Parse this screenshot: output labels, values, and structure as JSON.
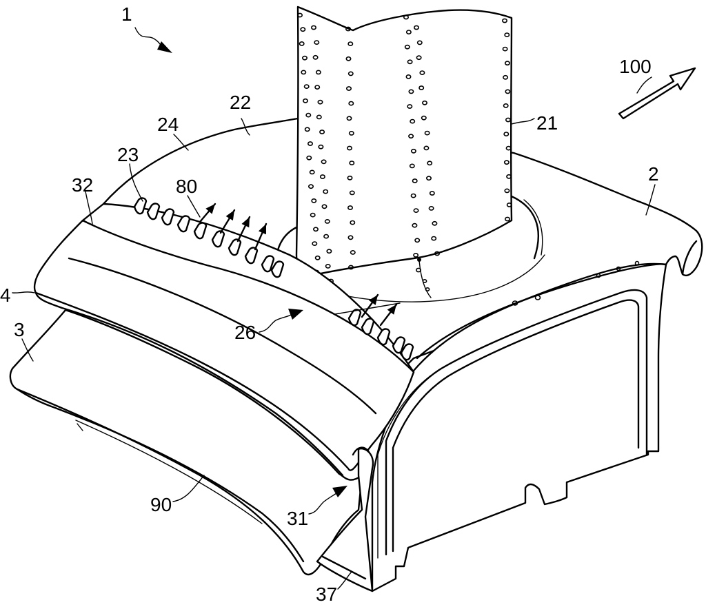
{
  "labels": {
    "l1": "1",
    "l100": "100",
    "l22": "22",
    "l24": "24",
    "l21": "21",
    "l23": "23",
    "l32": "32",
    "l80": "80",
    "l2": "2",
    "l4": "4",
    "l3": "3",
    "l26": "26",
    "l90": "90",
    "l31": "31",
    "l37": "37"
  }
}
